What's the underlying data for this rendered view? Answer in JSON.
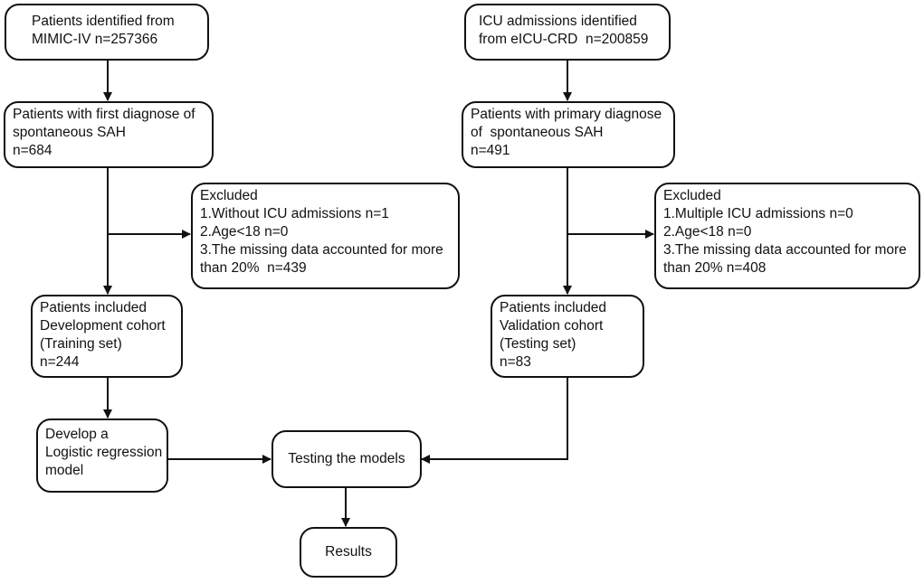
{
  "nodes": {
    "mimic": {
      "lines": [
        "Patients identified from",
        "MIMIC-IV n=257366"
      ]
    },
    "eicu": {
      "lines": [
        "ICU admissions identified",
        "from eICU-CRD  n=200859"
      ]
    },
    "mimic_sah": {
      "lines": [
        "Patients with first diagnose of",
        "spontaneous SAH",
        "n=684"
      ]
    },
    "eicu_sah": {
      "lines": [
        "Patients with primary diagnose",
        "of  spontaneous SAH",
        "n=491"
      ]
    },
    "excluded_left": {
      "lines": [
        "Excluded",
        "1.Without ICU admissions n=1",
        "2.Age<18 n=0",
        "3.The missing data accounted for more",
        "than 20%  n=439"
      ]
    },
    "excluded_right": {
      "lines": [
        "Excluded",
        "1.Multiple ICU admissions n=0",
        "2.Age<18 n=0",
        "3.The missing data accounted for more",
        "than 20% n=408"
      ]
    },
    "dev_cohort": {
      "lines": [
        "Patients included",
        "Development cohort",
        "(Training set)",
        "n=244"
      ]
    },
    "val_cohort": {
      "lines": [
        "Patients included",
        "Validation cohort",
        "(Testing set)",
        "n=83"
      ]
    },
    "develop_model": {
      "lines": [
        "Develop a",
        "Logistic regression",
        "model"
      ]
    },
    "testing": {
      "lines": [
        "Testing the models"
      ]
    },
    "results": {
      "lines": [
        "Results"
      ]
    }
  }
}
